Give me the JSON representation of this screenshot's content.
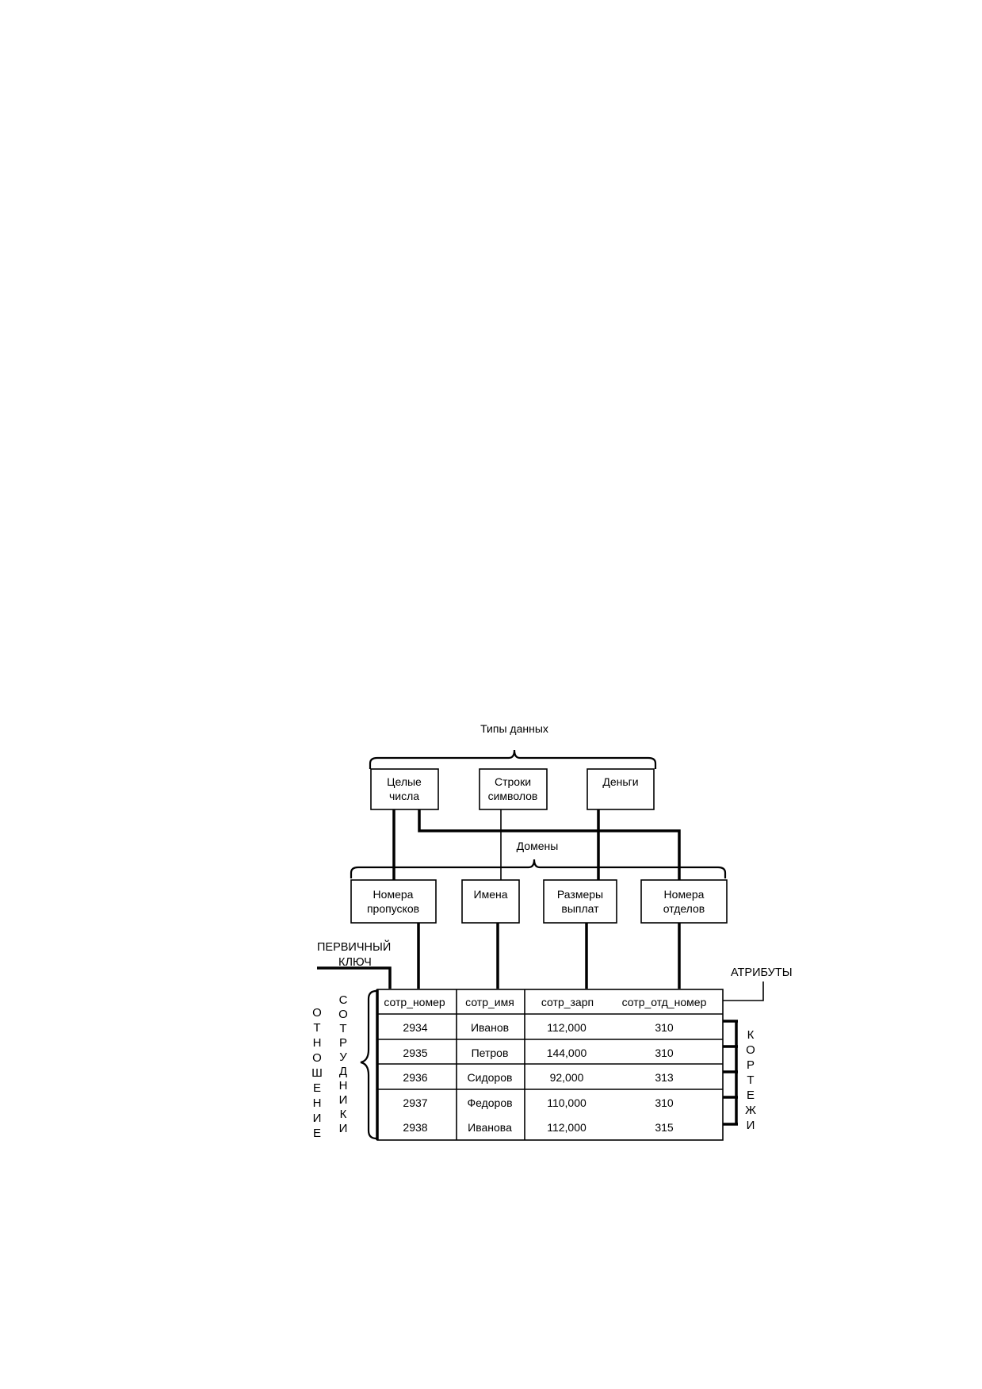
{
  "data_types": {
    "title": "Типы данных",
    "items": [
      {
        "line1": "Целые",
        "line2": "числа"
      },
      {
        "line1": "Строки",
        "line2": "символов"
      },
      {
        "line1": "Деньги",
        "line2": ""
      }
    ]
  },
  "domains": {
    "title": "Домены",
    "items": [
      {
        "line1": "Номера",
        "line2": "пропусков"
      },
      {
        "line1": "Имена",
        "line2": ""
      },
      {
        "line1": "Размеры",
        "line2": "выплат"
      },
      {
        "line1": "Номера",
        "line2": "отделов"
      }
    ]
  },
  "primary_key": {
    "line1": "ПЕРВИЧНЫЙ",
    "line2": "КЛЮЧ"
  },
  "attributes_label": "АТРИБУТЫ",
  "relation_label": "ОТНОШЕНИЕ",
  "relation_name": "СОТРУДНИКИ",
  "tuples_label": "КОРТЕЖИ",
  "table": {
    "headers": [
      "сотр_номер",
      "сотр_имя",
      "сотр_зарп",
      "сотр_отд_номер"
    ],
    "rows": [
      [
        "2934",
        "Иванов",
        "112,000",
        "310"
      ],
      [
        "2935",
        "Петров",
        "144,000",
        "310"
      ],
      [
        "2936",
        "Сидоров",
        "92,000",
        "313"
      ],
      [
        "2937",
        "Федоров",
        "110,000",
        "310"
      ],
      [
        "2938",
        "Иванова",
        "112,000",
        "315"
      ]
    ]
  }
}
